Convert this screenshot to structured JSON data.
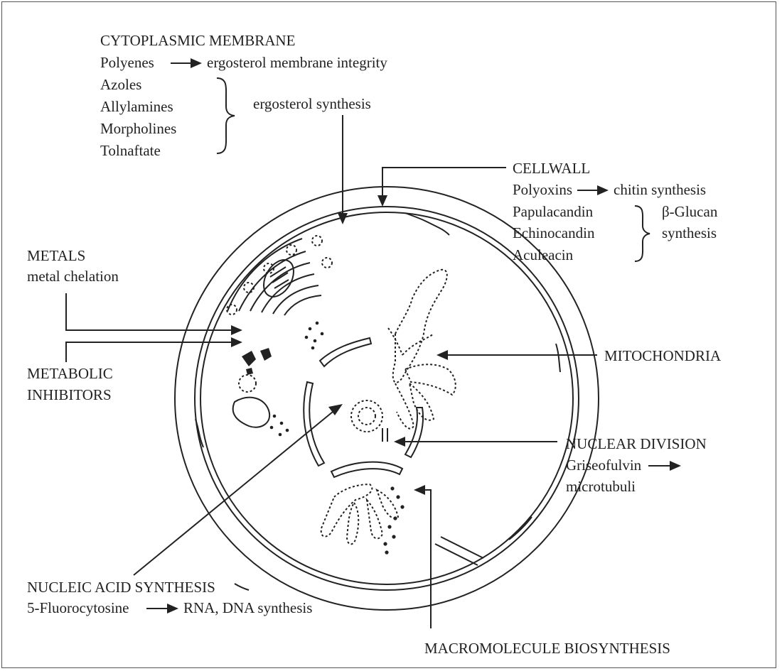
{
  "cytoplasmic_membrane": {
    "heading": "CYTOPLASMIC MEMBRANE",
    "polyenes": "Polyenes",
    "polyenes_target": "ergosterol membrane integrity",
    "drugs": [
      "Azoles",
      "Allylamines",
      "Morpholines",
      "Tolnaftate"
    ],
    "group_target": "ergosterol synthesis"
  },
  "cell_wall": {
    "heading": "CELLWALL",
    "polyoxins": "Polyoxins",
    "polyoxins_target": "chitin synthesis",
    "drugs": [
      "Papulacandin",
      "Echinocandin",
      "Aculeacin"
    ],
    "group_target_line1": "β-Glucan",
    "group_target_line2": "synthesis"
  },
  "metals": {
    "heading": "METALS",
    "target": "metal chelation"
  },
  "metabolic_inhibitors": {
    "line1": "METABOLIC",
    "line2": "INHIBITORS"
  },
  "mitochondria": {
    "heading": "MITOCHONDRIA"
  },
  "nuclear_division": {
    "heading": "NUCLEAR DIVISION",
    "drug": "Griseofulvin",
    "target": "microtubuli"
  },
  "nucleic_acid": {
    "heading": "NUCLEIC ACID SYNTHESIS",
    "drug": "5-Fluorocytosine",
    "target": "RNA, DNA synthesis"
  },
  "macromolecule": {
    "heading": "MACROMOLECULE BIOSYNTHESIS"
  }
}
